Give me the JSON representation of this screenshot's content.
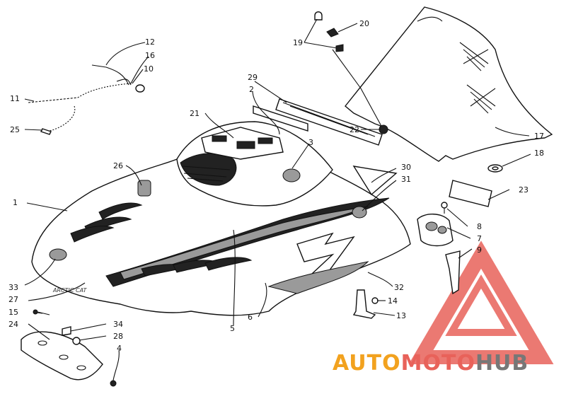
{
  "diagram": {
    "callouts": [
      "1",
      "2",
      "3",
      "4",
      "5",
      "6",
      "7",
      "8",
      "9",
      "10",
      "11",
      "12",
      "13",
      "14",
      "15",
      "16",
      "17",
      "18",
      "19",
      "20",
      "21",
      "22",
      "23",
      "24",
      "25",
      "26",
      "27",
      "28",
      "29",
      "30",
      "31",
      "32",
      "33",
      "34"
    ]
  },
  "watermark": {
    "text_auto": "AUTO",
    "text_moto": "MOTO",
    "text_hub": "HUB",
    "colors": {
      "orange": "#f2a21f",
      "red": "#e8625a",
      "grey": "#777777"
    }
  },
  "decal_text": {
    "brand_small": "ARCTIC CAT"
  }
}
